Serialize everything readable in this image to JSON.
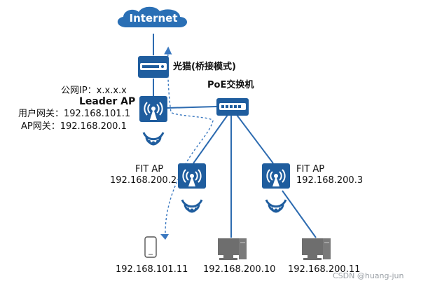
{
  "colors": {
    "device_blue": "#1f5d9e",
    "line_blue": "#2d6bb0",
    "cloud_blue": "#2a6fb5",
    "pc_gray": "#6e6e6e",
    "dashed_blue": "#3a78c0"
  },
  "icons": {
    "cloud": "internet-cloud-icon",
    "modem": "optical-modem-icon",
    "switch": "poe-switch-icon",
    "ap": "wireless-ap-icon",
    "wifi": "wifi-signal-icon",
    "phone": "smartphone-icon",
    "pc": "desktop-pc-icon"
  },
  "internet": {
    "label": "Internet"
  },
  "modem": {
    "label": "光猫(桥接模式)"
  },
  "switch": {
    "label": "PoE交换机"
  },
  "leader_ap": {
    "public_ip": "公网IP：x.x.x.x",
    "name": "Leader AP",
    "user_gateway": "用户网关：192.168.101.1",
    "ap_gateway": "AP网关：192.168.200.1"
  },
  "fit_ap_left": {
    "name": "FIT AP",
    "ip": "192.168.200.2"
  },
  "fit_ap_right": {
    "name": "FIT AP",
    "ip": "192.168.200.3"
  },
  "clients": {
    "phone_ip": "192.168.101.11",
    "pc1_ip": "192.168.200.10",
    "pc2_ip": "192.168.200.11"
  },
  "watermark": "CSDN @huang-jun"
}
